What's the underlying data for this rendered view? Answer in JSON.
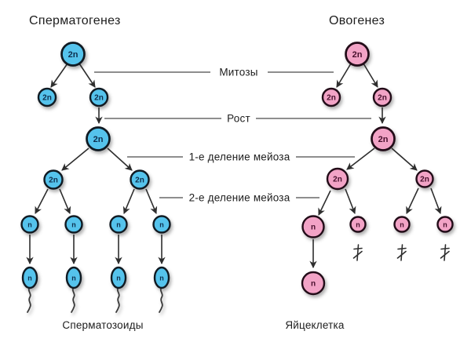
{
  "figure": {
    "left": {
      "title": "Сперматогенез",
      "caption": "Сперматозоиды"
    },
    "right": {
      "title": "Овогенез",
      "caption": "Яйцеклетка"
    },
    "stages": {
      "mitosis": "Митозы",
      "growth": "Рост",
      "meiosis1": "1-е деление мейоза",
      "meiosis2": "2-е деление мейоза"
    },
    "labels": {
      "diploid": "2n",
      "haploid": "n"
    },
    "icons": {
      "spermatozoon": "sperm-cell-icon",
      "degenerated_polar_body": "dagger-slash-icon"
    },
    "colors": {
      "spermatogenesis_cell": "#55c3ec",
      "oogenesis_cell": "#f2a3c6",
      "cell_outline_blue": "#101a22",
      "cell_outline_pink": "#220c18",
      "arrow": "#2e2e2e",
      "label_line": "#4a4a4a",
      "text": "#1d1d1d"
    }
  }
}
